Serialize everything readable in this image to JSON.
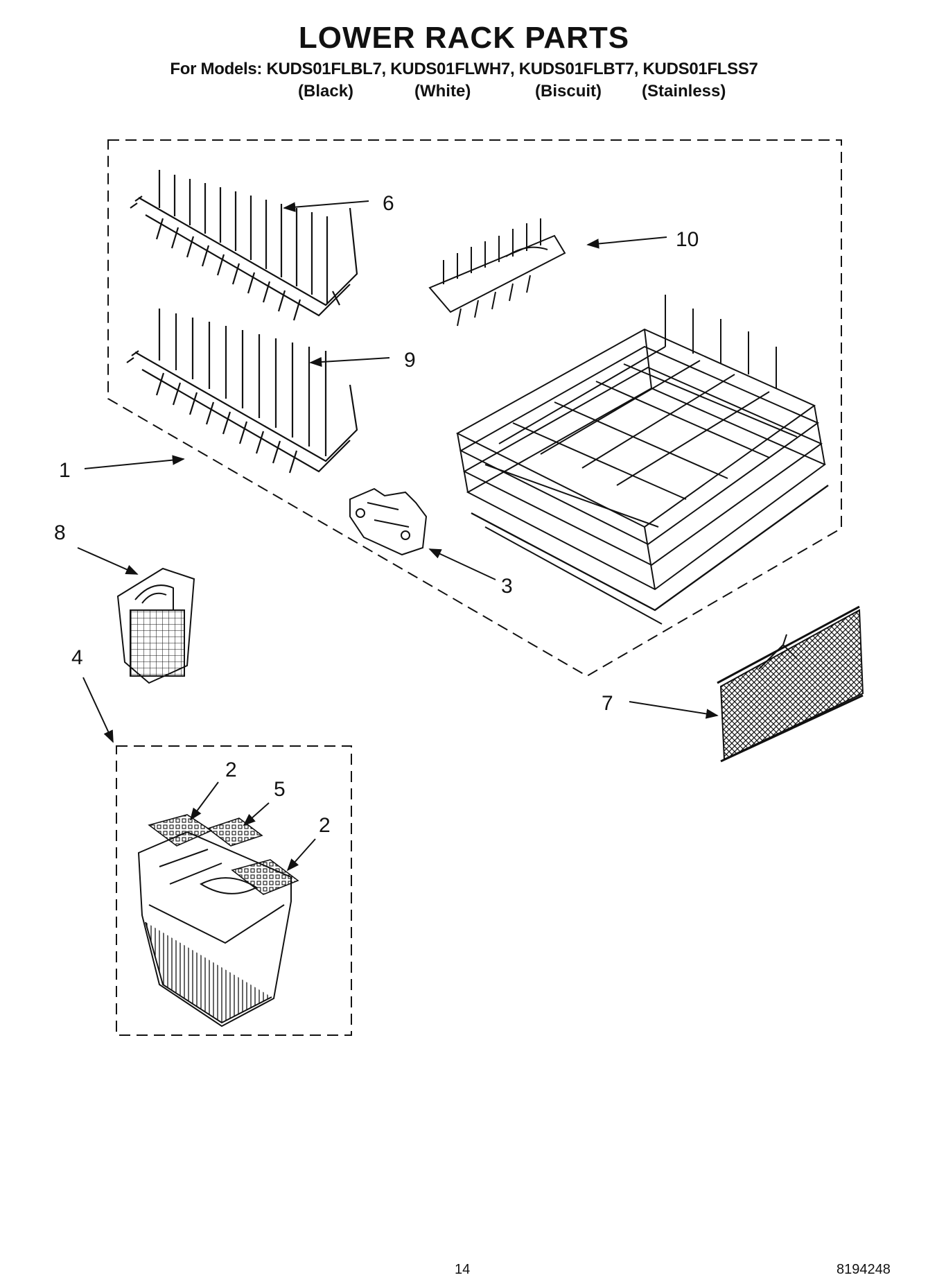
{
  "header": {
    "title": "LOWER RACK PARTS",
    "models_line": "For Models: KUDS01FLBL7, KUDS01FLWH7, KUDS01FLBT7, KUDS01FLSS7",
    "finishes": [
      "(Black)",
      "(White)",
      "(Biscuit)",
      "(Stainless)"
    ]
  },
  "callouts": {
    "c1": "1",
    "c2a": "2",
    "c2b": "2",
    "c3": "3",
    "c4": "4",
    "c5": "5",
    "c6": "6",
    "c7": "7",
    "c8": "8",
    "c9": "9",
    "c10": "10"
  },
  "footer": {
    "page_number": "14",
    "doc_number": "8194248"
  }
}
